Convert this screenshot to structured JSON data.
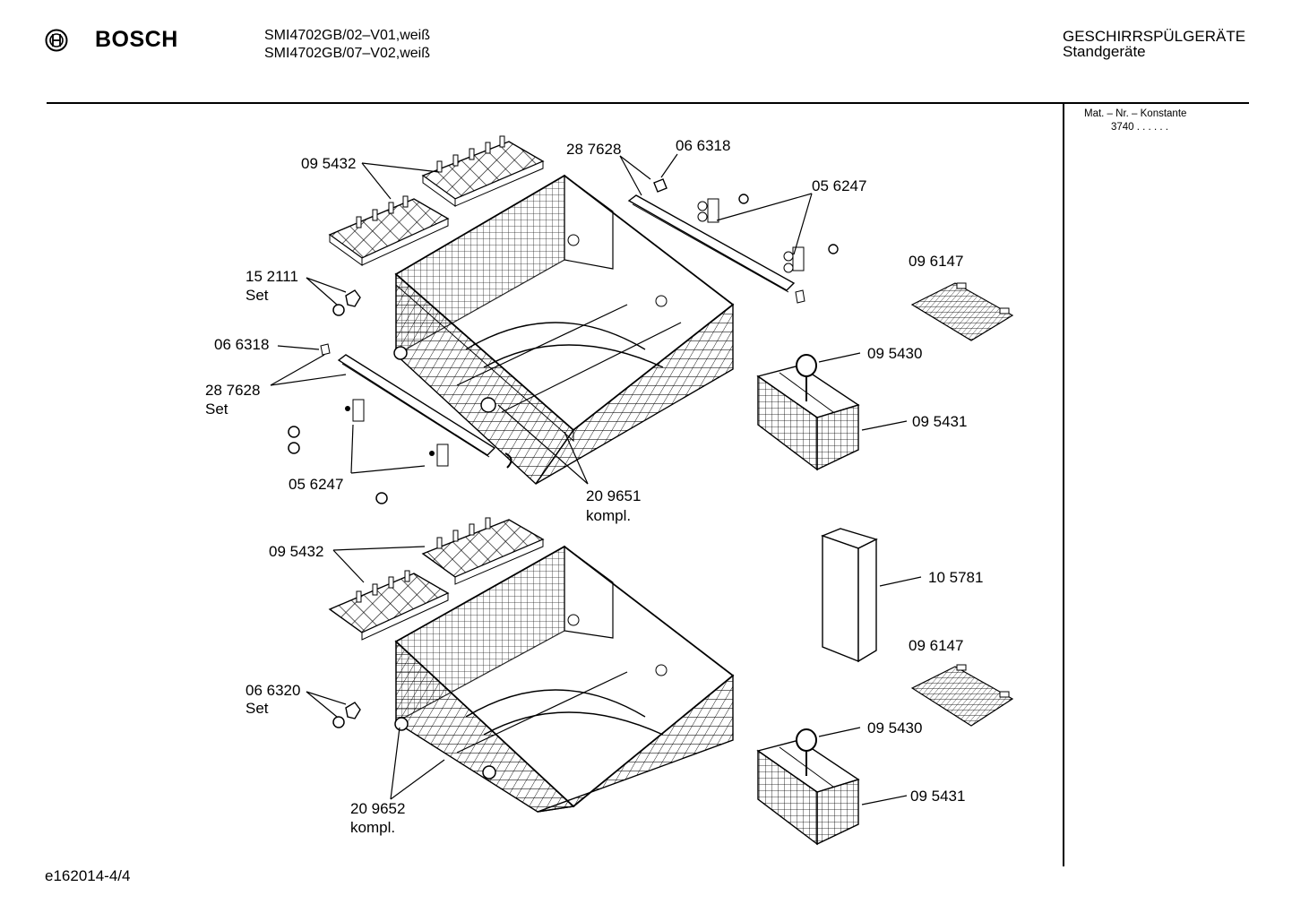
{
  "brand": {
    "name": "BOSCH"
  },
  "header": {
    "model_lines": [
      "SMI4702GB/02–V01,weiß",
      "SMI4702GB/07–V02,weiß"
    ],
    "category": "GESCHIRRSPÜLGERÄTE",
    "subcategory": "Standgeräte"
  },
  "side_panel": {
    "title": "Mat. – Nr. – Konstante",
    "value": "3740 . .   . . . ."
  },
  "footer": {
    "code": "e162014-4/4"
  },
  "labels": {
    "upper_cup_racks": "09 5432",
    "upper_rail": "28 7628",
    "upper_rail_cap": "06 6318",
    "upper_rollers": "05 6247",
    "upper_insert_1": "09 6147",
    "knob_set_1": "15 2111",
    "set_1": "Set",
    "cap_left": "06 6318",
    "rail_left": "28 7628",
    "set_2": "Set",
    "rollers_left": "05 6247",
    "basket_handle_1": "09 5430",
    "basket_1": "09 5431",
    "upper_basket_part": "20 9651",
    "upper_basket_kompl": "kompl.",
    "lower_cup_racks": "09 5432",
    "tube": "10 5781",
    "insert_2": "09 6147",
    "knob_set_2": "06 6320",
    "set_3": "Set",
    "basket_handle_2": "09 5430",
    "basket_2": "09 5431",
    "lower_basket_part": "20 9652",
    "lower_basket_kompl": "kompl."
  }
}
